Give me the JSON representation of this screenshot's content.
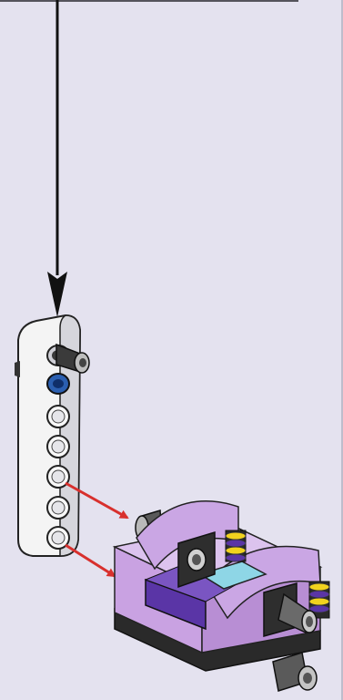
{
  "page": {
    "background_color": "#e4e2ef",
    "border_color": "#55545c",
    "callout_arrow_color": "#000000",
    "assembly_arrow_color": "#d8302d"
  },
  "beam": {
    "holes": 7,
    "color": "#f3f3f3",
    "highlighted_hole": 1,
    "highlight_color": "#1e56a8"
  },
  "parts": {
    "pin_color": "#4a4a4a",
    "body_color": "#c9a2e2",
    "accent_purple": "#5a35a6",
    "accent_blue": "#8ed6e6",
    "spring_yellow": "#f1d21e"
  },
  "assembly_arrows": 2
}
